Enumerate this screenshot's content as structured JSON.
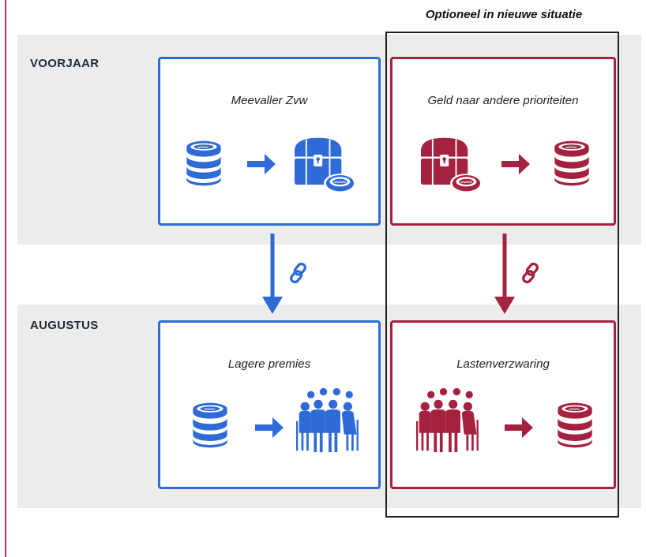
{
  "optional_caption": "Optioneel in nieuwe situatie",
  "rows": [
    {
      "label": "VOORJAAR"
    },
    {
      "label": "AUGUSTUS"
    }
  ],
  "cards": {
    "top_left": {
      "title": "Meevaller Zvw",
      "icons": [
        "coin-stack-icon",
        "arrow-right-icon",
        "treasure-chest-icon"
      ]
    },
    "top_right": {
      "title": "Geld naar andere prioriteiten",
      "icons": [
        "treasure-chest-icon",
        "arrow-right-icon",
        "coin-stack-icon"
      ]
    },
    "bottom_left": {
      "title": "Lagere premies",
      "icons": [
        "coin-stack-icon",
        "arrow-right-icon",
        "people-group-icon"
      ]
    },
    "bottom_right": {
      "title": "Lastenverzwaring",
      "icons": [
        "people-group-icon",
        "arrow-right-icon",
        "coin-stack-icon"
      ]
    }
  },
  "connectors": [
    {
      "from": "top_left",
      "to": "bottom_left",
      "icon": "chain-link-icon"
    },
    {
      "from": "top_right",
      "to": "bottom_right",
      "icon": "chain-link-icon"
    }
  ],
  "colors": {
    "blue": "#2e6bd6",
    "red": "#a4213f",
    "band": "#ececec",
    "frame": "#222222"
  }
}
